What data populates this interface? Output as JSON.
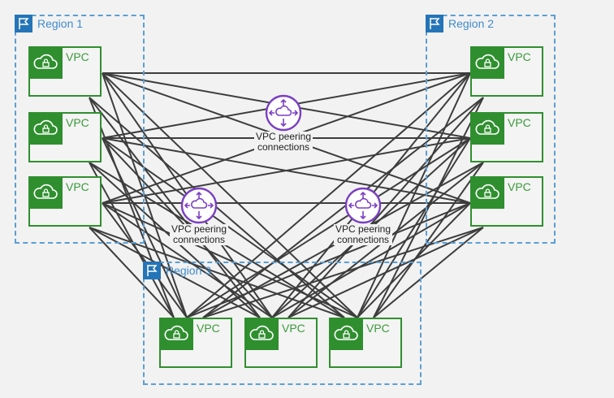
{
  "regions": {
    "r1": {
      "label": "Region 1"
    },
    "r2": {
      "label": "Region 2"
    },
    "r3": {
      "label": "Region 3"
    }
  },
  "vpc_label": "VPC",
  "peering": {
    "line1": "VPC peering",
    "line2": "connections"
  },
  "colors": {
    "region_border": "#5a9fd4",
    "region_flag": "#2474b8",
    "vpc_green": "#2f8f2f",
    "peering_purple": "#7b3fc2",
    "connection_line": "#3d3d3d"
  }
}
